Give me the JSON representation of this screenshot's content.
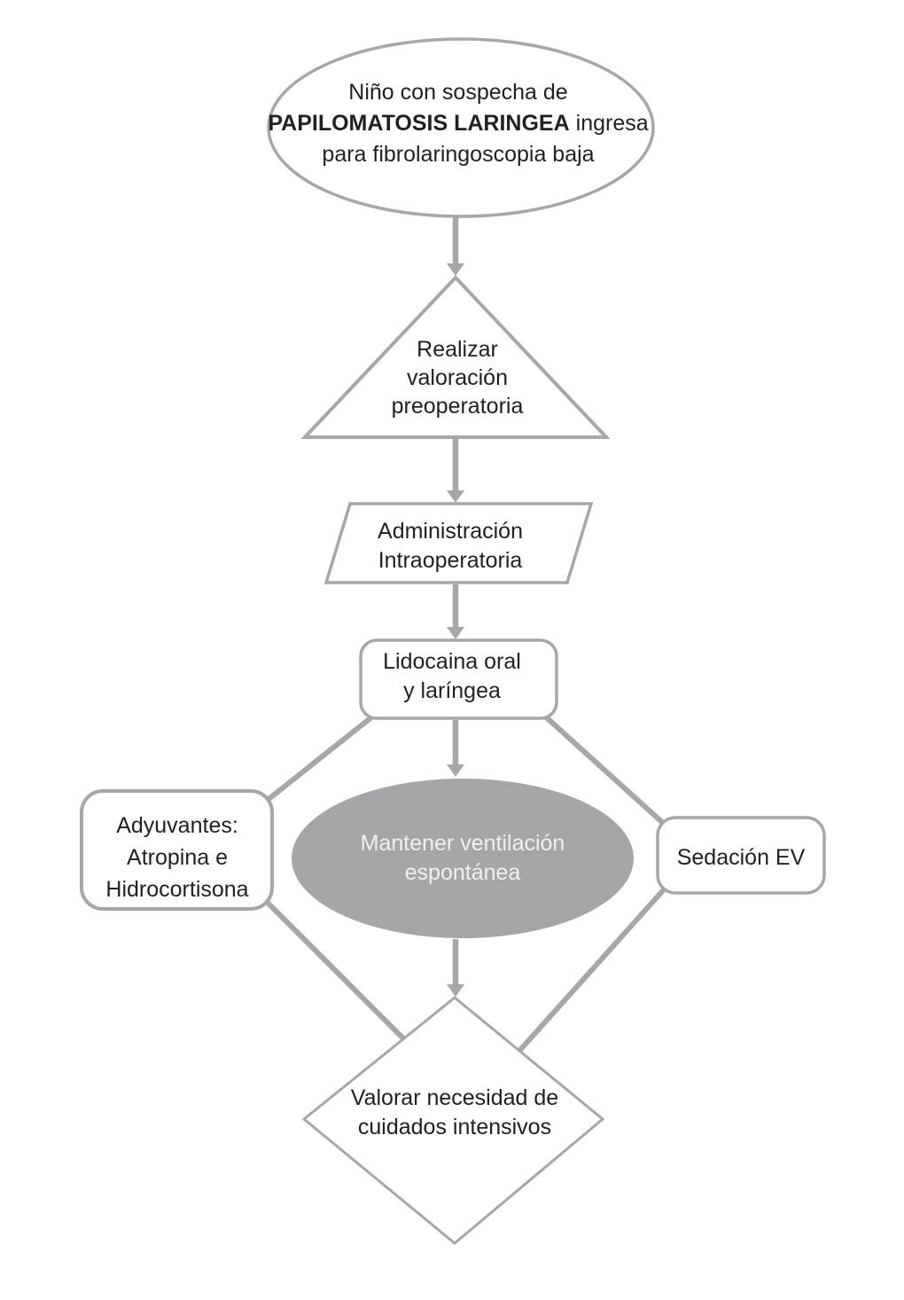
{
  "figure": {
    "background": "#ffffff",
    "line_color": "#a7a7aa",
    "node_fill": "#ffffff",
    "emphasis_fill": "#a6a6a9",
    "text_color": "#231f20",
    "emphasis_text_color": "#f0f0f2"
  },
  "nodes": {
    "start": {
      "line1": "Niño con sospecha de",
      "line2_bold": "PAPILOMATOSIS LARINGEA",
      "line2_rest": "ingresa",
      "line3": "para fibrolaringoscopia baja"
    },
    "preop": {
      "line1": "Realizar",
      "line2": "valoración",
      "line3": "preoperatoria"
    },
    "intraop": {
      "line1": "Administración",
      "line2": "Intraoperatoria"
    },
    "lidocaine": {
      "line1": "Lidocaina oral",
      "line2": "y laríngea"
    },
    "ventilation": {
      "line1": "Mantener ventilación",
      "line2": "espontánea"
    },
    "adjuvants": {
      "line1": "Adyuvantes:",
      "line2": "Atropina e",
      "line3": "Hidrocortisona"
    },
    "sedation": {
      "line1": "Sedación EV"
    },
    "icu": {
      "line1": "Valorar necesidad de",
      "line2": "cuidados intensivos"
    }
  }
}
